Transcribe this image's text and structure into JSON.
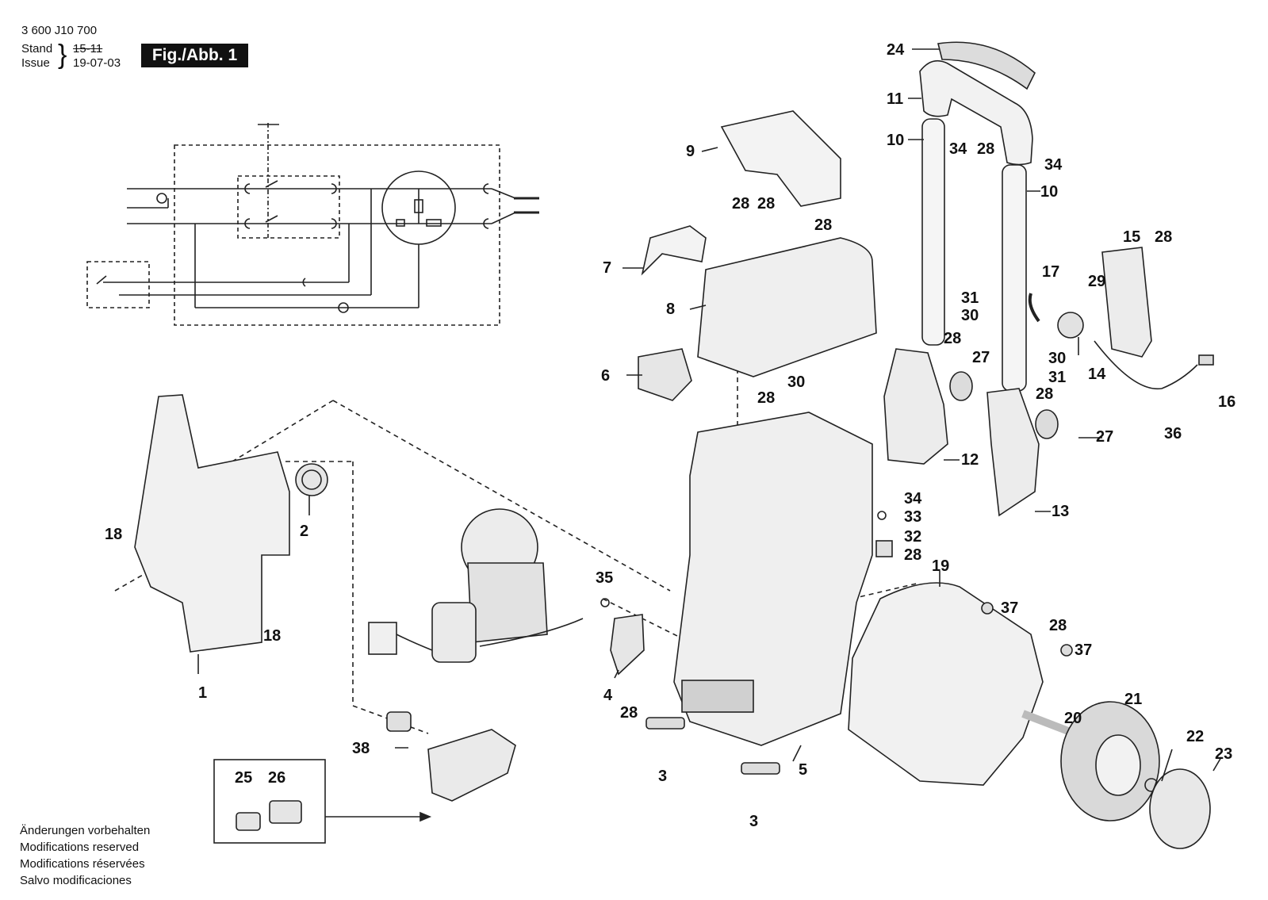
{
  "header": {
    "doc_number": "3 600 J10 700",
    "stand_label": "Stand",
    "issue_label": "Issue",
    "old_issue": "15-11",
    "new_issue": "19-07-03",
    "figure_label": "Fig./Abb. 1"
  },
  "footer": {
    "lines": [
      "Änderungen vorbehalten",
      "Modifications reserved",
      "Modifications réservées",
      "Salvo modificaciones"
    ]
  },
  "callouts": {
    "c1": "1",
    "c2": "2",
    "c3a": "3",
    "c3b": "3",
    "c4": "4",
    "c5": "5",
    "c6": "6",
    "c7": "7",
    "c8": "8",
    "c9": "9",
    "c10a": "10",
    "c10b": "10",
    "c11": "11",
    "c12": "12",
    "c13": "13",
    "c14": "14",
    "c15": "15",
    "c16": "16",
    "c17": "17",
    "c18a": "18",
    "c18b": "18",
    "c19": "19",
    "c20": "20",
    "c21": "21",
    "c22": "22",
    "c23": "23",
    "c24": "24",
    "c25": "25",
    "c26": "26",
    "c27a": "27",
    "c27b": "27",
    "c28a": "28",
    "c28b": "28",
    "c28c": "28",
    "c28d": "28",
    "c28e": "28",
    "c28f": "28",
    "c28g": "28",
    "c28h": "28",
    "c28i": "28",
    "c28j": "28",
    "c28k": "28",
    "c29": "29",
    "c30a": "30",
    "c30b": "30",
    "c30c": "30",
    "c31a": "31",
    "c31b": "31",
    "c32": "32",
    "c33": "33",
    "c34a": "34",
    "c34b": "34",
    "c34c": "34",
    "c35": "35",
    "c36": "36",
    "c37a": "37",
    "c37b": "37",
    "c38": "38"
  },
  "colors": {
    "line": "#222222",
    "badge_bg": "#111111",
    "badge_text": "#ffffff"
  }
}
